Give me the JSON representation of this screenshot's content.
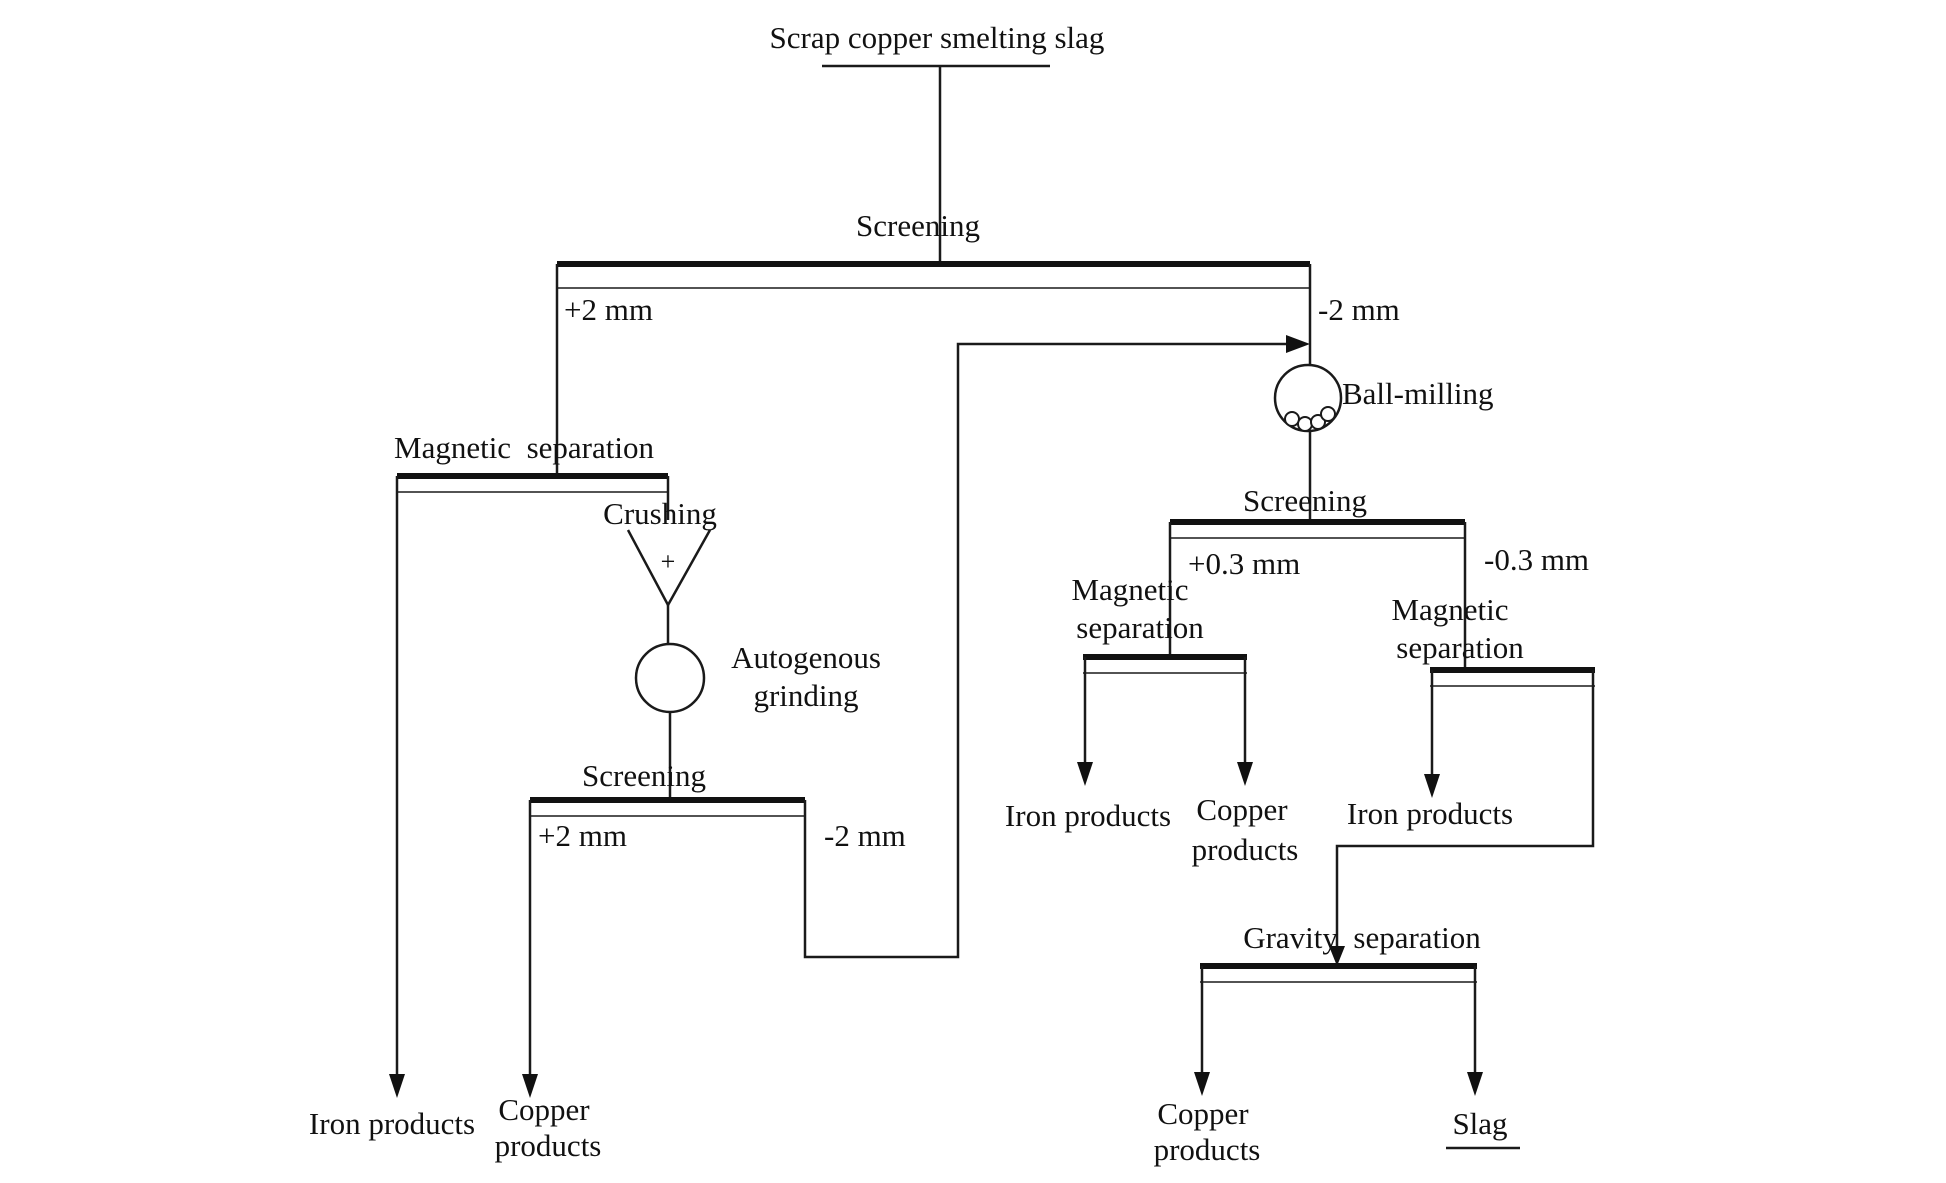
{
  "diagram": {
    "feed": "Scrap copper smelting slag",
    "screening_1": {
      "label": "Screening",
      "coarse": "+2 mm",
      "fine": "-2 mm"
    },
    "magnetic_separation_1": "Magnetic  separation",
    "iron_products_1": "Iron products",
    "crushing": "Crushing",
    "crusher_symbol": "+",
    "autogenous_grinding": [
      "Autogenous",
      "grinding"
    ],
    "screening_2": {
      "label": "Screening",
      "coarse": "+2 mm",
      "fine": "-2 mm"
    },
    "copper_products_1": [
      "Copper",
      "products"
    ],
    "ball_milling": "Ball-milling",
    "screening_3": {
      "label": "Screening",
      "coarse": "+0.3 mm",
      "fine": "-0.3 mm"
    },
    "magnetic_separation_2": [
      "Magnetic",
      "separation"
    ],
    "iron_products_2": "Iron products",
    "copper_products_2": [
      "Copper",
      "products"
    ],
    "magnetic_separation_3": [
      "Magnetic",
      "separation"
    ],
    "iron_products_3": "Iron products",
    "gravity_separation": "Gravity  separation",
    "copper_products_3": [
      "Copper",
      "products"
    ],
    "slag": "Slag"
  }
}
